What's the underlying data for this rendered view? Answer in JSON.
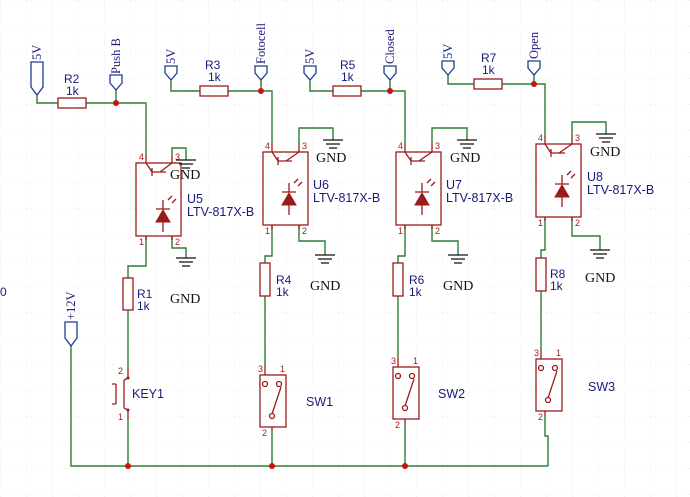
{
  "ports": {
    "v5_1": "5V",
    "push_b": "Push B",
    "v5_2": "5V",
    "fotocell": "Fotocell",
    "v5_3": "5V",
    "closed": "Closed",
    "v5_4": "5V",
    "open": "Open",
    "v12": "+12V"
  },
  "resistors": {
    "r2": {
      "ref": "R2",
      "value": "1k"
    },
    "r3": {
      "ref": "R3",
      "value": "1k"
    },
    "r5": {
      "ref": "R5",
      "value": "1k"
    },
    "r7": {
      "ref": "R7",
      "value": "1k"
    },
    "r1": {
      "ref": "R1",
      "value": "1k"
    },
    "r4": {
      "ref": "R4",
      "value": "1k"
    },
    "r6": {
      "ref": "R6",
      "value": "1k"
    },
    "r8": {
      "ref": "R8",
      "value": "1k"
    }
  },
  "optos": {
    "u5": {
      "ref": "U5",
      "part": "LTV-817X-B"
    },
    "u6": {
      "ref": "U6",
      "part": "LTV-817X-B"
    },
    "u7": {
      "ref": "U7",
      "part": "LTV-817X-B"
    },
    "u8": {
      "ref": "U8",
      "part": "LTV-817X-B"
    }
  },
  "switches": {
    "key1": "KEY1",
    "sw1": "SW1",
    "sw2": "SW2",
    "sw3": "SW3"
  },
  "gnd_label": "GND",
  "edge_text": "0",
  "pins": {
    "p1": "1",
    "p2": "2",
    "p3": "3",
    "p4": "4"
  },
  "colors": {
    "wire": "#2e7d32",
    "part": "#9b1b1b",
    "port": "#1f3f8f",
    "junction": "#cc1111",
    "grid": "#d8dde6"
  }
}
